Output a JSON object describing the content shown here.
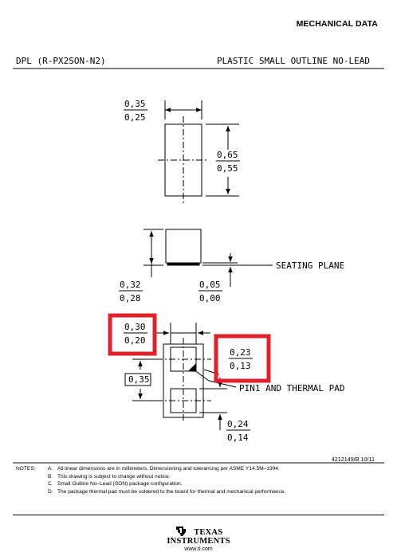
{
  "header": {
    "section_title": "MECHANICAL DATA"
  },
  "drawing": {
    "package_code": "DPL (R-PX2SON-N2)",
    "package_name": "PLASTIC SMALL OUTLINE NO-LEAD",
    "top_view": {
      "width_max": "0,35",
      "width_min": "0,25",
      "length_max": "0,65",
      "length_min": "0,55"
    },
    "side_view": {
      "height_max": "0,32",
      "height_min": "0,28",
      "standoff_max": "0,05",
      "standoff_min": "0,00",
      "seating_plane_label": "SEATING PLANE"
    },
    "bottom_view": {
      "pad_width_max": "0,30",
      "pad_width_min": "0,20",
      "pin1_max": "0,23",
      "pin1_min": "0,13",
      "pitch_basic": "0,35",
      "pad_length_max": "0,24",
      "pad_length_min": "0,14",
      "pin1_label": "PIN1 AND THERMAL PAD"
    },
    "highlight_color": "#e0202a"
  },
  "document_number": "4212149/B 10/11",
  "notes": {
    "label": "NOTES:",
    "items": [
      {
        "key": "A.",
        "text": "All linear dimensions are in millimeters.  Dimensioning and tolerancing per ASME Y14.5M–1994."
      },
      {
        "key": "B.",
        "text": "This drawing is subject to change without notice."
      },
      {
        "key": "C.",
        "text": "Small Outline No–Lead (SON) package configuration."
      },
      {
        "key": "D.",
        "text": "The package thermal pad must be soldered to the board for thermal and mechanical performance."
      }
    ]
  },
  "footer": {
    "brand_line1": "TEXAS",
    "brand_line2": "INSTRUMENTS",
    "url": "www.ti.com"
  }
}
